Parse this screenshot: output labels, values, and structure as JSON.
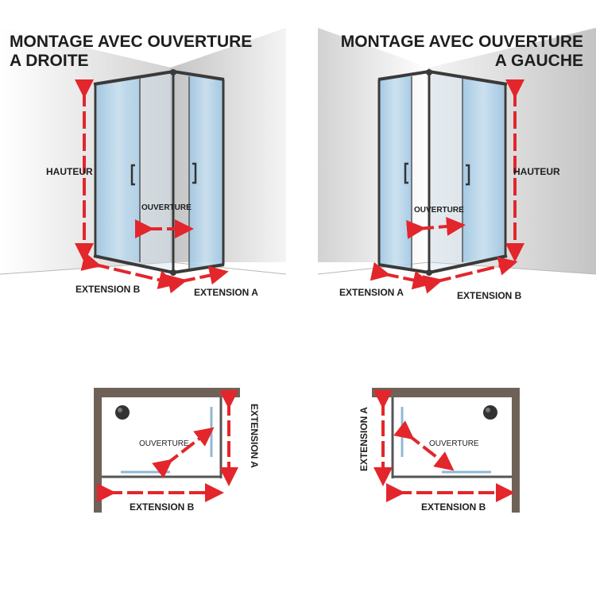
{
  "panels": {
    "right_opening": {
      "title_line1": "MONTAGE AVEC OUVERTURE",
      "title_line2": "A DROITE",
      "hauteur": "HAUTEUR",
      "ouverture": "OUVERTURE",
      "extension_b": "EXTENSION B",
      "extension_a": "EXTENSION A"
    },
    "left_opening": {
      "title_line1": "MONTAGE AVEC OUVERTURE",
      "title_line2": "A GAUCHE",
      "hauteur": "HAUTEUR",
      "ouverture": "OUVERTURE",
      "extension_a": "EXTENSION A",
      "extension_b": "EXTENSION B"
    }
  },
  "plans": {
    "right_opening": {
      "ouverture": "OUVERTURE",
      "extension_a": "EXTENSION A",
      "extension_b": "EXTENSION B"
    },
    "left_opening": {
      "ouverture": "OUVERTURE",
      "extension_a": "EXTENSION A",
      "extension_b": "EXTENSION B"
    }
  },
  "colors": {
    "arrow": "#e3262b",
    "wall_dark": "#cdcdcd",
    "wall_light": "#e6e6e6",
    "frame": "#3a3a3a",
    "glass": "#a9cde6",
    "plan_wall": "#6e6258"
  }
}
